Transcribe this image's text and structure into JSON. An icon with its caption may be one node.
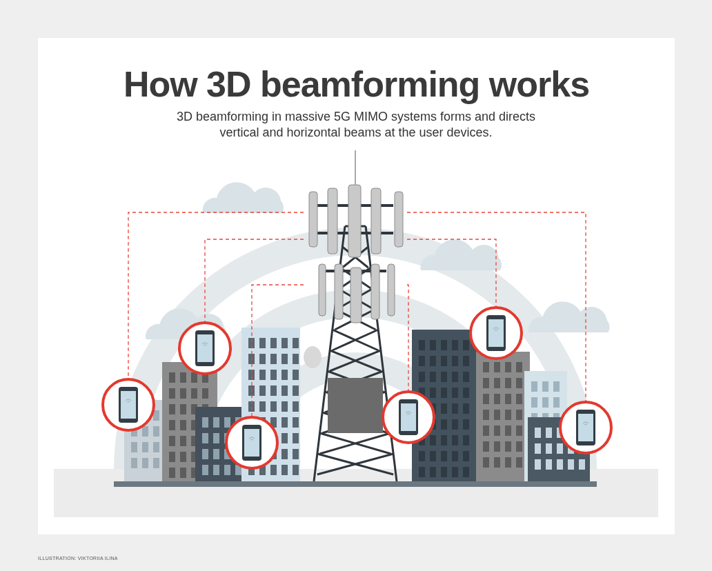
{
  "diagram": {
    "title": "How 3D beamforming works",
    "caption": "3D beamforming in massive 5G MIMO systems forms and directs vertical and horizontal beams at the user devices.",
    "nodes": [
      {
        "text": [],
        "shape": "picture"
      },
      {
        "text": [],
        "shape": "circle"
      },
      {
        "text": [],
        "shape": "circle"
      },
      {
        "text": [],
        "shape": "circle"
      },
      {
        "text": [],
        "shape": "circle"
      },
      {
        "text": [],
        "shape": "circle"
      },
      {
        "text": [],
        "shape": "circle"
      }
    ],
    "edges": [
      {
        "from": 0,
        "to": 1,
        "arrow": "none",
        "style": "dashed",
        "color": "#e8463c"
      },
      {
        "from": 0,
        "to": 2,
        "arrow": "none",
        "style": "dashed",
        "color": "#e8463c"
      },
      {
        "from": 0,
        "to": 3,
        "arrow": "none",
        "style": "dashed",
        "color": "#e8463c"
      },
      {
        "from": 0,
        "to": 4,
        "arrow": "none",
        "style": "dashed",
        "color": "#e8463c"
      },
      {
        "from": 0,
        "to": 5,
        "arrow": "none",
        "style": "dashed",
        "color": "#e8463c"
      },
      {
        "from": 0,
        "to": 6,
        "arrow": "none",
        "style": "dashed",
        "color": "#e8463c"
      }
    ],
    "labels": [
      "ILLUSTRATION: VIKTORIIA ILINA"
    ]
  }
}
